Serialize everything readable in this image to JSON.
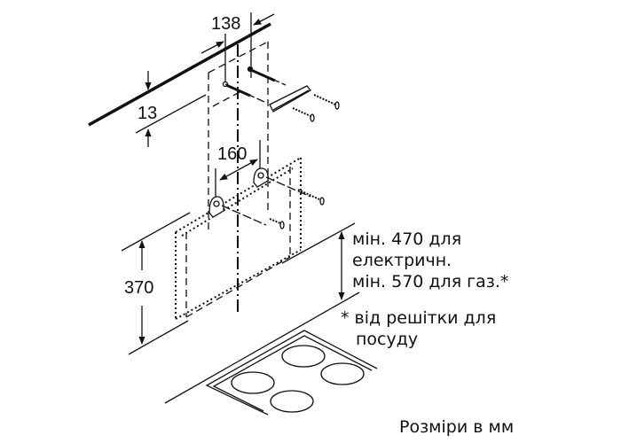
{
  "dimensions": {
    "d138": "138",
    "d13": "13",
    "d160": "160",
    "d370": "370"
  },
  "notes": {
    "min_clearance_lines": [
      "мін. 470 для",
      "електричн.",
      "мін. 570 для газ.*"
    ],
    "footnote_lines": [
      "* від решітки для",
      "посуду"
    ],
    "units": "Розміри в мм"
  },
  "colors": {
    "line": "#111111",
    "background": "#ffffff"
  }
}
